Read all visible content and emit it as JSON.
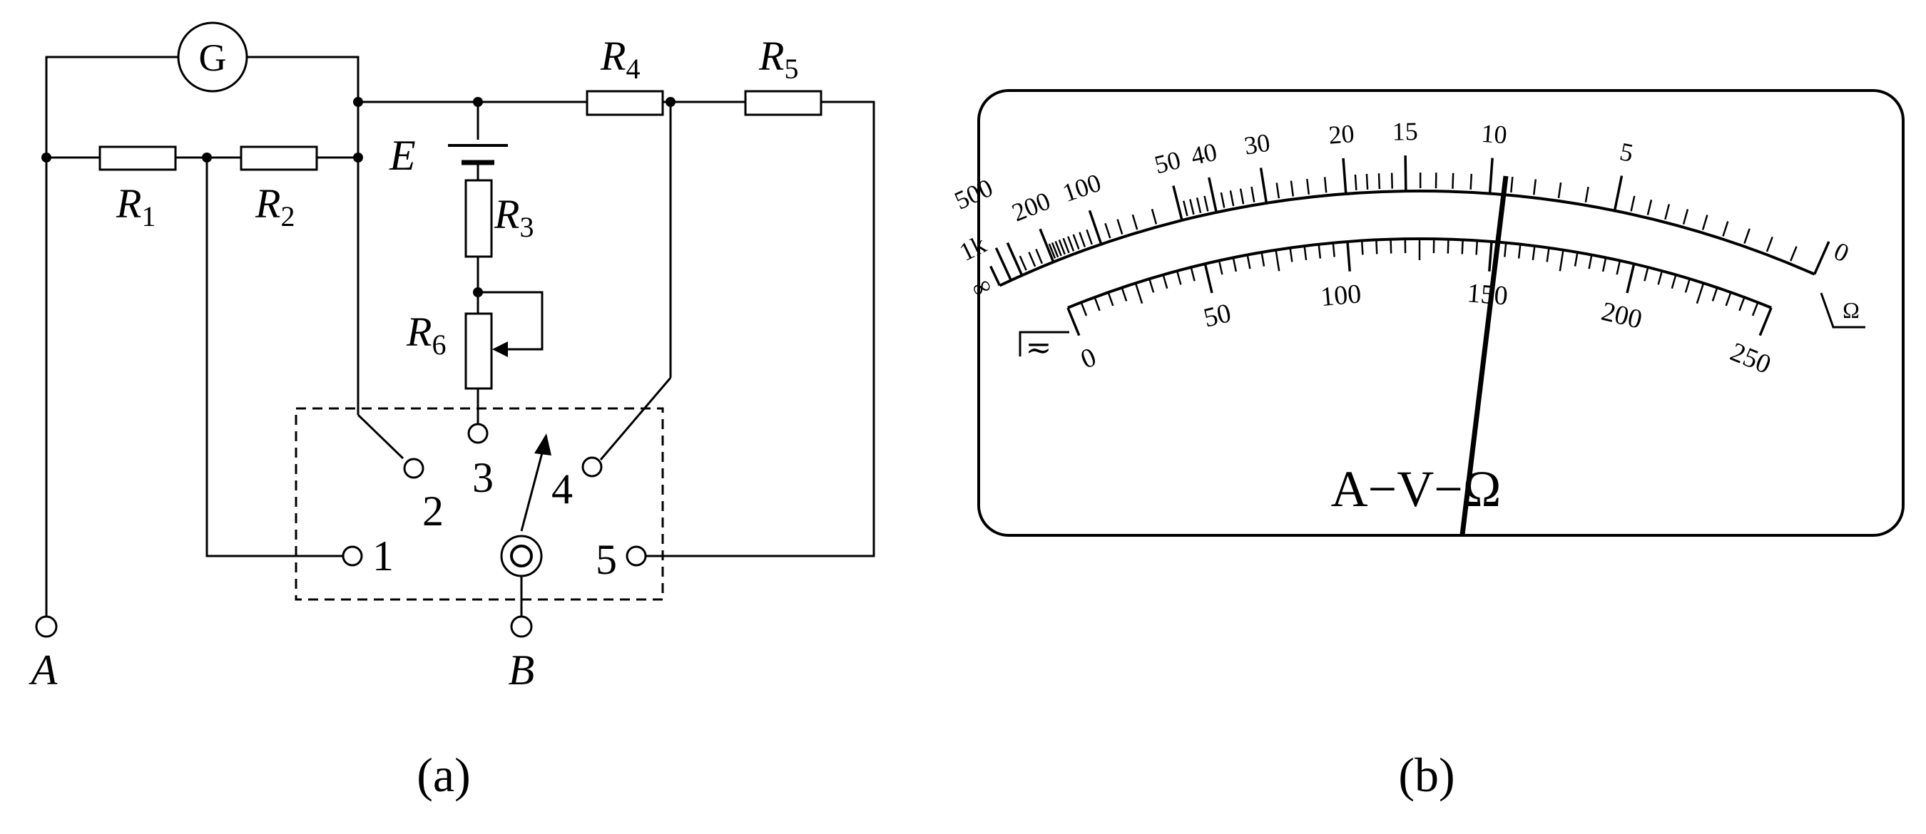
{
  "figure_a": {
    "caption": "(a)",
    "galvanometer": "G",
    "battery": "E",
    "resistors": {
      "r1": {
        "letter": "R",
        "sub": "1"
      },
      "r2": {
        "letter": "R",
        "sub": "2"
      },
      "r3": {
        "letter": "R",
        "sub": "3"
      },
      "r4": {
        "letter": "R",
        "sub": "4"
      },
      "r5": {
        "letter": "R",
        "sub": "5"
      },
      "r6": {
        "letter": "R",
        "sub": "6"
      }
    },
    "terminals": {
      "a": "A",
      "b": "B"
    },
    "switch_positions": [
      "1",
      "2",
      "3",
      "4",
      "5"
    ]
  },
  "figure_b": {
    "caption": "(b)",
    "meter_label": "A−V−Ω",
    "ohm_scale": [
      "∞",
      "1k",
      "500",
      "200",
      "100",
      "50",
      "40",
      "30",
      "20",
      "15",
      "10",
      "5",
      "0"
    ],
    "ohm_unit": "Ω",
    "linear_scale": [
      "0",
      "50",
      "100",
      "150",
      "200",
      "250"
    ],
    "ac_dc_symbol": "≂"
  }
}
